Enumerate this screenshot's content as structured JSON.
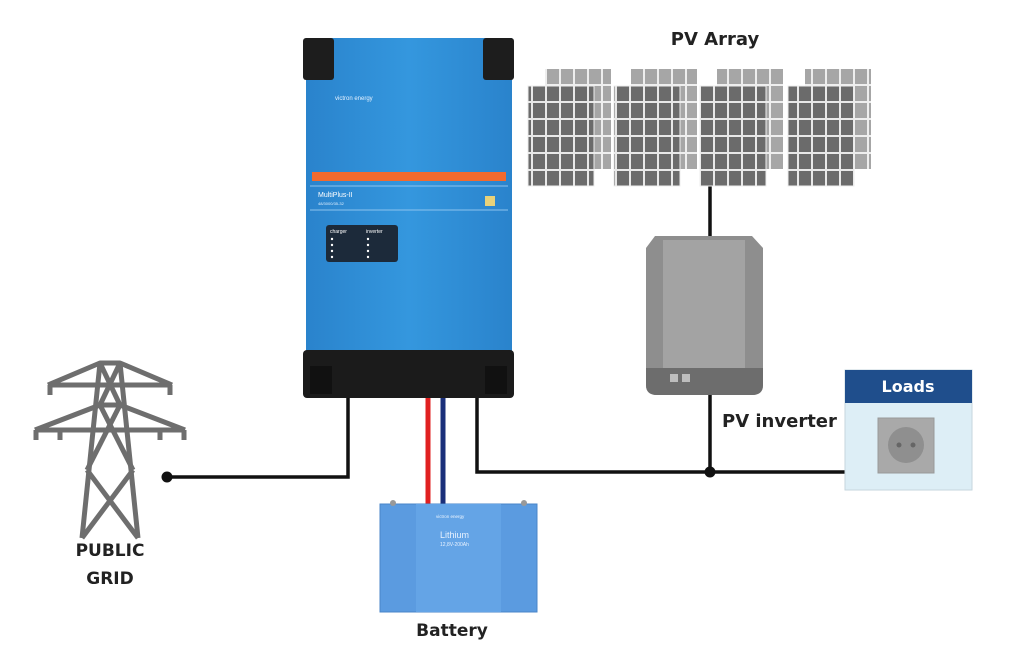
{
  "labels": {
    "pv_array": "PV Array",
    "pv_inverter": "PV inverter",
    "loads": "Loads",
    "public_grid_line1": "PUBLIC",
    "public_grid_line2": "GRID",
    "battery": "Battery"
  },
  "devices": {
    "inverter_charger": {
      "brand": "victron energy",
      "model": "MultiPlus-II",
      "subtitle": "48/3000/35-32",
      "panel_left": "charger",
      "panel_right": "inverter"
    },
    "battery": {
      "brand": "victron energy",
      "model": "Lithium",
      "subtitle": "12,8V-200Ah"
    }
  },
  "colors": {
    "inverter_blue": "#2f8fd6",
    "inverter_stripe": "#f26a2e",
    "battery_blue": "#5b9be0",
    "wire": "#111111",
    "positive_wire": "#e02020",
    "negative_wire": "#1a2f7a",
    "loads_header": "#1f4e8c",
    "loads_body": "#ddeef6",
    "panel_gray": "#6b6b6b",
    "pv_inverter_gray": "#9a9a9a"
  },
  "icons": [
    "transmission-tower-icon",
    "solar-panel-icon",
    "pv-inverter-icon",
    "power-socket-icon",
    "battery-icon",
    "inverter-charger-icon"
  ]
}
